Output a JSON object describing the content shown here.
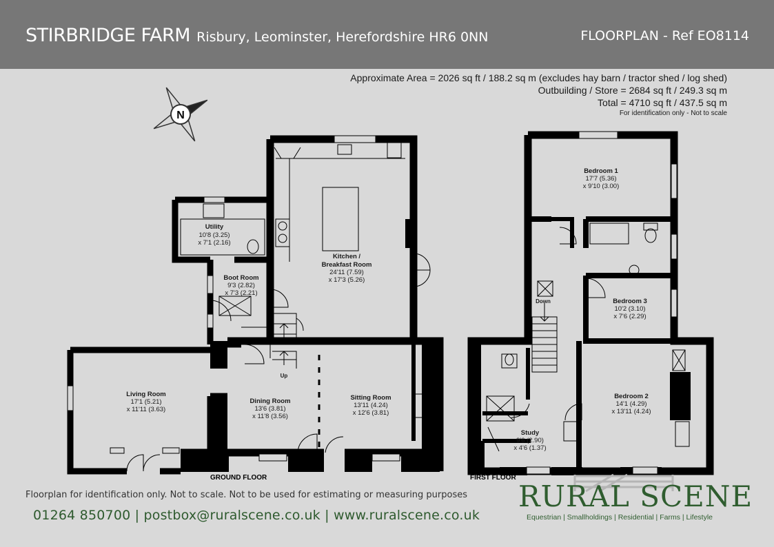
{
  "header": {
    "property_name": "STIRBRIDGE FARM",
    "address": "Risbury, Leominster, Herefordshire HR6 0NN",
    "reference": "FLOORPLAN - Ref EO8114"
  },
  "area": {
    "main": "Approximate Area = 2026 sq ft / 188.2 sq m (excludes hay barn / tractor shed / log shed)",
    "outbuilding": "Outbuilding / Store = 2684 sq ft / 249.3 sq m",
    "total": "Total = 4710 sq ft / 437.5 sq m",
    "note": "For identification only - Not to scale"
  },
  "compass": {
    "label": "N"
  },
  "ground_floor": {
    "label": "GROUND FLOOR",
    "rooms": {
      "utility": {
        "name": "Utility",
        "dim1": "10'8 (3.25)",
        "dim2": "x 7'1 (2.16)"
      },
      "boot_room": {
        "name": "Boot Room",
        "dim1": "9'3 (2.82)",
        "dim2": "x 7'3 (2.21)"
      },
      "kitchen": {
        "name1": "Kitchen /",
        "name2": "Breakfast Room",
        "dim1": "24'11 (7.59)",
        "dim2": "x 17'3 (5.26)"
      },
      "living": {
        "name": "Living Room",
        "dim1": "17'1 (5.21)",
        "dim2": "x 11'11 (3.63)"
      },
      "dining": {
        "name": "Dining Room",
        "dim1": "13'6 (3.81)",
        "dim2": "x 11'8 (3.56)"
      },
      "sitting": {
        "name": "Sitting Room",
        "dim1": "13'11 (4.24)",
        "dim2": "x 12'6 (3.81)"
      }
    },
    "stairs_label": "Up"
  },
  "first_floor": {
    "label": "FIRST FLOOR",
    "rooms": {
      "bedroom1": {
        "name": "Bedroom 1",
        "dim1": "17'7 (5.36)",
        "dim2": "x 9'10 (3.00)"
      },
      "bedroom3": {
        "name": "Bedroom 3",
        "dim1": "10'2 (3.10)",
        "dim2": "x 7'6 (2.29)"
      },
      "bedroom2": {
        "name": "Bedroom 2",
        "dim1": "14'1 (4.29)",
        "dim2": "x 13'11 (4.24)"
      },
      "study": {
        "name": "Study",
        "dim1": "9'6 (2.90)",
        "dim2": "x 4'6 (1.37)"
      }
    },
    "stairs_label": "Down"
  },
  "footer": {
    "disclaimer": "Floorplan for identification only. Not to scale. Not to be used for estimating or measuring purposes",
    "contact": "01264 850700 | postbox@ruralscene.co.uk | www.ruralscene.co.uk",
    "brand": "RURAL SCENE",
    "tagline": "Equestrian | Smallholdings | Residential | Farms | Lifestyle"
  },
  "colors": {
    "header_bg": "#777777",
    "page_bg": "#d9d9d9",
    "wall": "#000000",
    "brand_green": "#2f5d2f"
  }
}
